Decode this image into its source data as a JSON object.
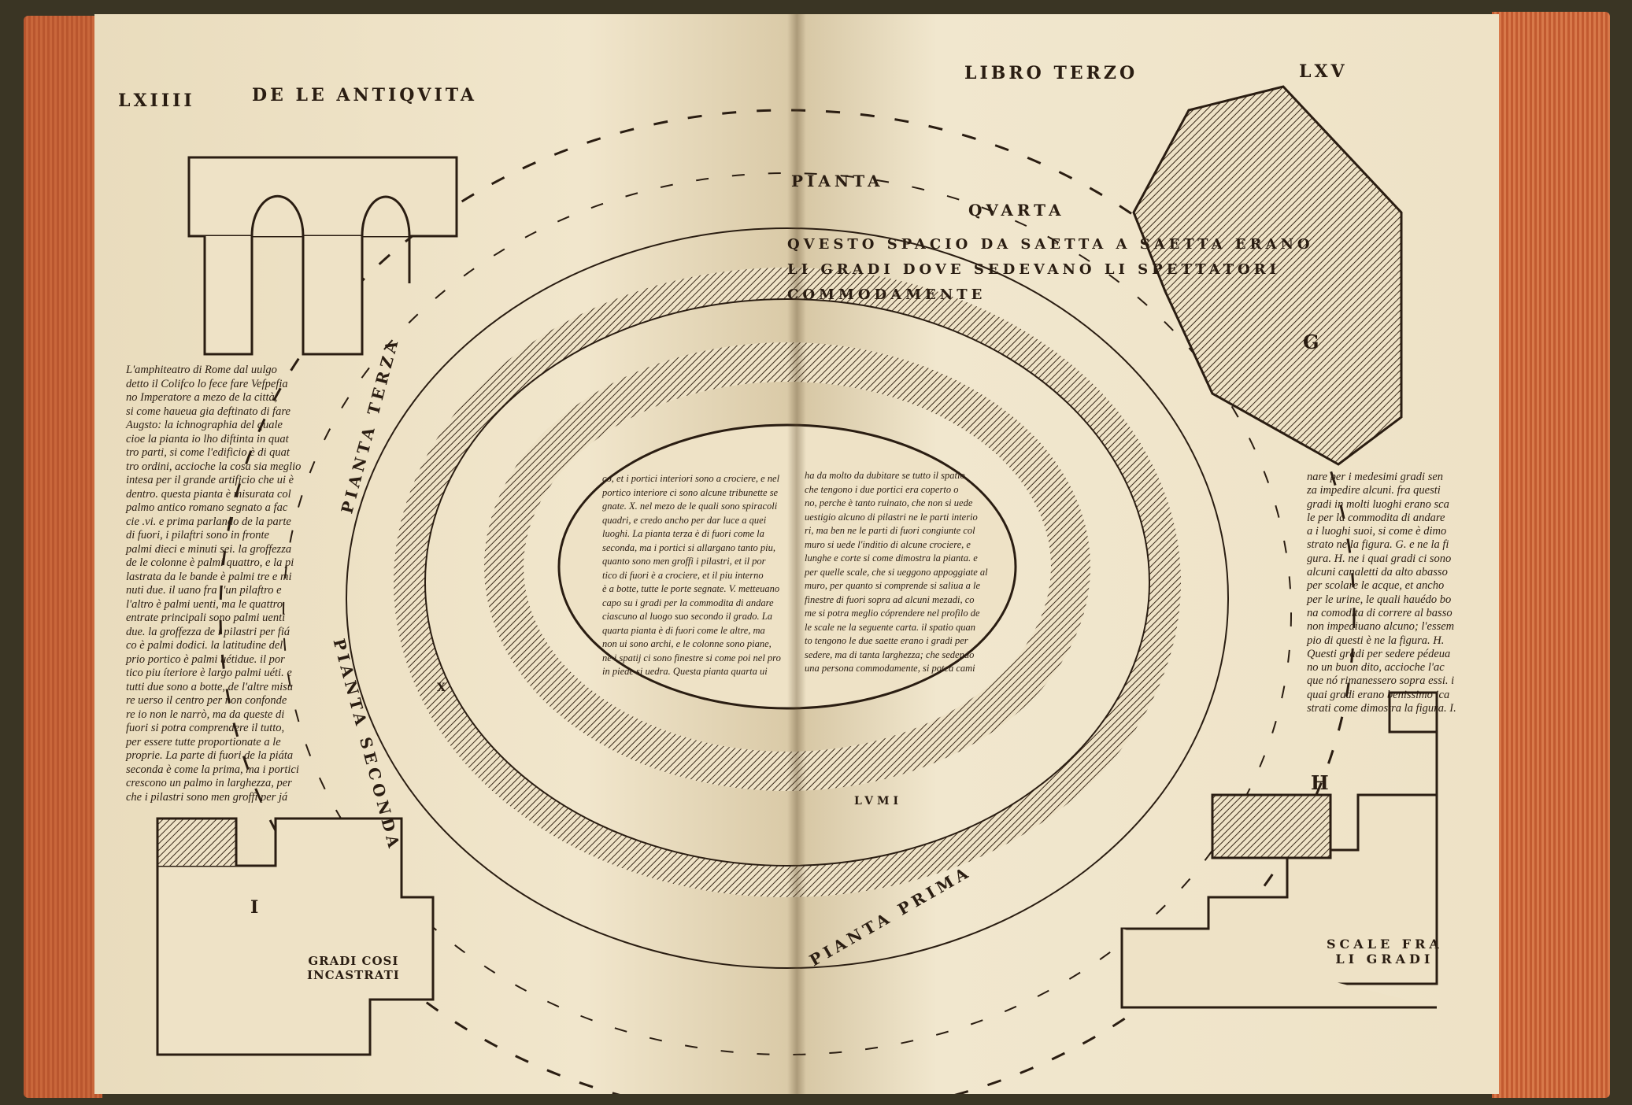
{
  "left_page": {
    "folio": "LXIIII",
    "running_head": "DE LE ANTIQVITA",
    "body_text": "L'amphiteatro di Rome dal uulgo\ndetto il Colifco lo fece fare Vefpefia\nno Imperatore a mezo de la città,\nsi come haueua gia deftinato di fare\nAugsto: la ichnographia del quale\ncioe la pianta io lho diftinta in quat\ntro parti, si come l'edificio è di quat\ntro ordini, accioche la cosa sia meglio\nintesa per il grande artificio che ui è\ndentro. questa pianta è misurata col\npalmo antico romano segnato a fac\ncie .vi. e prima parlando de la parte\ndi fuori, i pilaftri sono in fronte\npalmi dieci e minuti sei. la groffezza\nde le colonne è palmi quattro, e la pi\nlastrata da le bande è palmi tre e mi\nnuti due. il uano fra l'un pilaftro e\nl'altro è palmi uenti, ma le quattro\nentrate principali sono palmi uenti\ndue. la groffezza de i pilastri per fiá\nco è palmi dodici. la latitudine del\nprio portico è palmi uétidue. il por\ntico piu íteriore è largo palmi uéti. e\ntutti due sono a botte, de l'altre misu\nre uerso il centro per non confonde\nre io non le narrò, ma da queste di\nfuori si potra comprendere il tutto,\nper essere tutte proportionate a le\nproprie. La parte di fuori de la piáta\nseconda è come la prima, ma i portici\ncrescono un palmo in larghezza, per\nche i pilastri sono men groffi per já",
    "labels": {
      "pianta_terza": "PIANTA TERZA",
      "pianta_seconda": "PIANTA SECONDA",
      "figure_i": "I",
      "caption_gradi": "GRADI COSI\nINCASTRATI",
      "mark_x": "X"
    }
  },
  "right_page": {
    "folio": "LXV",
    "running_head": "LIBRO TERZO",
    "body_text": "nare per i medesimi gradi sen\nza impedire alcuni. fra questi\ngradi in molti luoghi erano scа\nle per la commodita di andare\na i luoghi suoi, si come è dimo\nstrato ne la figura. G. e ne la fi\ngura. H. ne i quai gradi ci sono\nalcuni canaletti da alto abasso\nper scolare le acque, et ancho\nper le urine, le quali hauédo bo\nna comodita di correre al basso\nnon impediuano alcuno; l'essem\npio di questi è ne la figura. H.\nQuesti gradi per sedere pédeua\nno un buon dito, accioche l'ac\nque nó rimanessero sopra essi. i\nquai gradi erano benissimo ica\nstrati come dimostra la figura. I.",
    "labels": {
      "pianta": "PIANTA",
      "quarta": "QVARTA",
      "spacio_line1": "QVESTO SPACIO DA SAETTA A SAETTA ERANO",
      "spacio_line2": "LI GRADI DOVE SEDEVANO LI SPETTATORI",
      "spacio_line3": "COMMODAMENTE",
      "pianta_prima": "PIANTA PRIMA",
      "lumi": "LVMI",
      "figure_g": "G",
      "figure_h": "H",
      "caption_scale": "SCALE FRA\nLI GRADI"
    }
  },
  "center_text": {
    "left_column": "co, et i portici interiori sono a crociere, e nel\nportico interiore ci sono alcune tribunette se\ngnate. X. nel mezo de le quali sono spiracoli\nquadri, e credo ancho per dar luce a quei\nluoghi. La pianta terza è di fuori come la\nseconda, ma i portici si allargano tanto piu,\nquanto sono men groffi i pilastri, et il por\ntico di fuori è a crociere, et il piu interno\nè a botte, tutte le porte segnate. V. metteuano\ncapo su i gradi per la commodita di andare\nciascuno al luogo suo secondo il grado. La\nquarta pianta è di fuori come le altre, ma\nnon ui sono archi, e le colonne sono piane,\nne i spatij ci sono finestre si come poi nel pro\nin piede si uedra. Questa pianta quarta ui",
    "right_column": "ha da molto da dubitare se tutto il spatio\nche tengono i due portici era coperto o\nno, perche è tanto ruinato, che non si uede\nuestigio alcuno di pilastri ne le parti interio\nri, ma ben ne le parti di fuori congiunte col\nmuro si uede l'inditio di alcune crociere, e\nlunghe e corte si come dimostra la pianta. e\nper quelle scale, che si ueggono appoggiate al\nmuro, per quanto si comprende si saliua a le\nfinestre di fuori sopra ad alcuni mezadi, co\nme si potra meglio cóprendere nel profilo de\nle scale ne la seguente carta. il spatio quan\nto tengono le due saette erano i gradi per\nsedere, ma di tanta larghezza; che sedendo\nuna persona commodamente, si potea cami"
  },
  "colors": {
    "paper": "#eee2c6",
    "ink": "#2a1d12",
    "page_edge": "#c9673b"
  }
}
